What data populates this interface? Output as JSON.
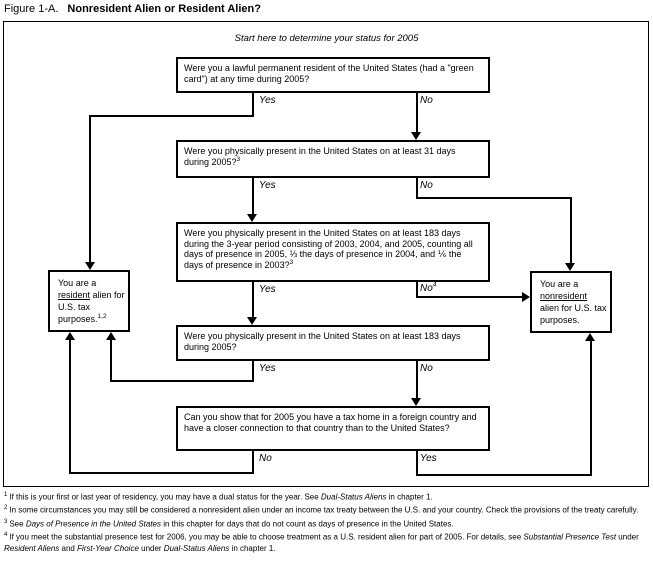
{
  "header": {
    "figure_label": "Figure 1-A.",
    "figure_title": "Nonresident Alien or Resident Alien?"
  },
  "flowchart": {
    "start_text": "Start here to determine your status for 2005",
    "q1": {
      "text": "Were you a lawful permanent resident of the United States (had a \"green card\") at any time during 2005?"
    },
    "q2": {
      "text": "Were you physically present in the United States on at least 31 days during 2005?",
      "sup": "3"
    },
    "q3": {
      "text": "Were you physically present in the United States on at least 183 days during the 3-year period consisting of 2003, 2004, and 2005, counting all days of presence in 2005, ⅓ the days of presence in 2004, and ⅙ the days of presence in 2003?",
      "sup": "3"
    },
    "q4": {
      "text": "Were you physically present in the United States on at least 183 days during 2005?"
    },
    "q5": {
      "text": "Can you show that for 2005 you have a tax home in a foreign country and have a closer connection to that country than to the United States?"
    },
    "branches": {
      "q1_yes": "Yes",
      "q1_no": "No",
      "q2_yes": "Yes",
      "q2_no": "No",
      "q3_yes": "Yes",
      "q3_no": "No",
      "q3_no_sup": "4",
      "q4_yes": "Yes",
      "q4_no": "No",
      "q5_no": "No",
      "q5_yes": "Yes"
    },
    "outcomes": {
      "resident": {
        "pre": "You are a ",
        "underlined": "resident",
        "post": " alien for U.S. tax purposes.",
        "sup": "1,2"
      },
      "nonresident": {
        "pre": "You are a ",
        "underlined": "nonresident",
        "post": " alien for U.S. tax purposes."
      }
    }
  },
  "footnotes": [
    {
      "sup": "1",
      "s1": "If this is your first or last year of residency, you may have a dual status for the year. See ",
      "i1": "Dual-Status Aliens",
      "s2": " in chapter 1."
    },
    {
      "sup": "2",
      "s1": "In some circumstances you may still be considered a nonresident alien under an income tax treaty between the U.S. and your country. Check the provisions of the treaty carefully."
    },
    {
      "sup": "3",
      "s1": "See ",
      "i1": "Days of Presence in the United States",
      "s2": " in this chapter for days that do not count as days of presence in the United States."
    },
    {
      "sup": "4",
      "s1": "If you meet the substantial presence test for 2006, you may be able to choose treatment as a U.S. resident alien for part of 2005. For details, see ",
      "i1": "Substantial Presence Test",
      "s2": " under ",
      "i2": "Resident Aliens",
      "s3": " and ",
      "i3": "First-Year Choice",
      "s4": " under ",
      "i4": "Dual-Status Aliens",
      "s5": " in chapter 1."
    }
  ]
}
